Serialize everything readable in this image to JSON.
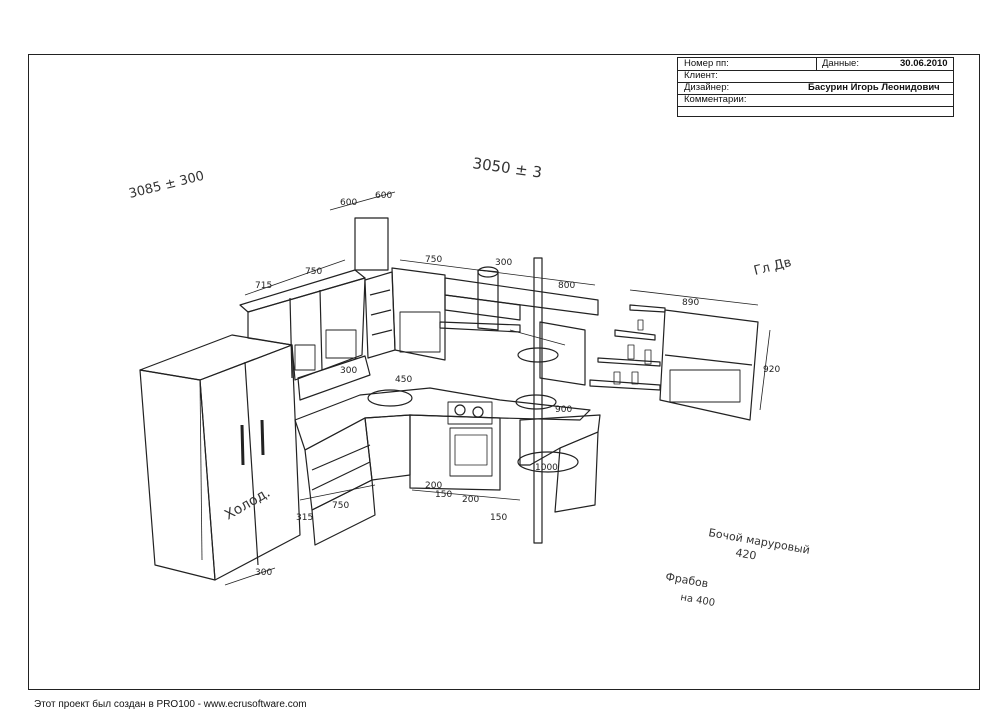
{
  "title_block": {
    "number_label": "Номер пп:",
    "number_value": "",
    "date_label": "Данные:",
    "date_value": "30.06.2010",
    "client_label": "Клиент:",
    "client_value": "",
    "designer_label": "Дизайнер:",
    "designer_value": "Басурин Игорь Леонидович",
    "comments_label": "Комментарии:",
    "comments_value": ""
  },
  "footer": {
    "text": "Этот проект был создан в PRO100 - www.ecrusoftware.com"
  },
  "handwritten": {
    "top_left": "3085 ± 300",
    "top_center": "3050 ± 3",
    "top_right": "Гл Дв",
    "fridge_label": "Холод.",
    "bottom_right_1": "Бочой маруровый",
    "bottom_right_2": "420",
    "bottom_right_3": "Фрабов",
    "bottom_right_4": "на 400"
  },
  "dimensions": {
    "d600a": "600",
    "d600b": "600",
    "d715": "715",
    "d750a": "750",
    "d750b": "750",
    "d300a": "300",
    "d800": "800",
    "d890": "890",
    "d920": "920",
    "d300b": "300",
    "d450": "450",
    "d200a": "200",
    "d200b": "200",
    "d150a": "150",
    "d150b": "150",
    "d315": "315",
    "d750c": "750",
    "d1000": "1000",
    "d900": "900",
    "d300c": "300"
  }
}
